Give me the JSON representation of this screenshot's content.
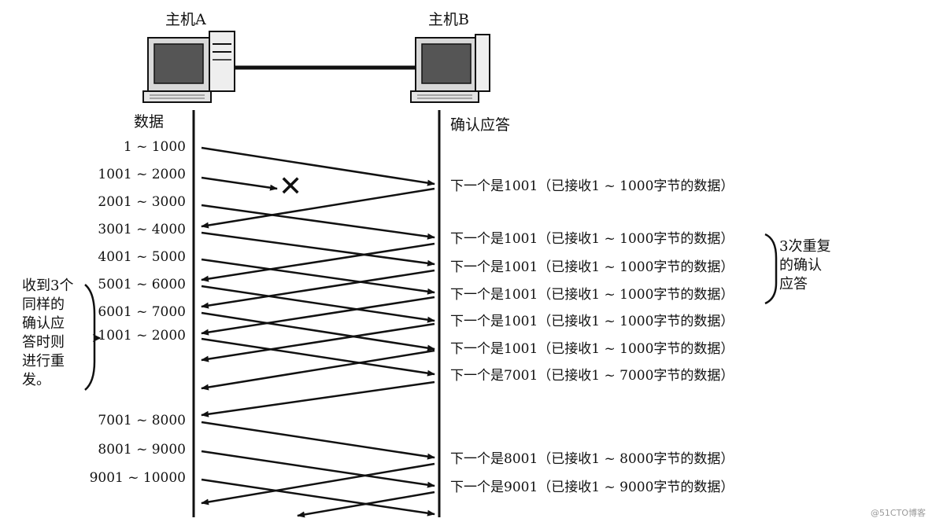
{
  "hosts": {
    "a": "主机A",
    "b": "主机B"
  },
  "columns": {
    "left": "数据",
    "right": "确认应答"
  },
  "segments": [
    "1 ~ 1000",
    "1001 ~ 2000",
    "2001 ~ 3000",
    "3001 ~ 4000",
    "4001 ~ 5000",
    "5001 ~ 6000",
    "6001 ~ 7000",
    "1001 ~ 2000",
    "7001 ~ 8000",
    "8001 ~ 9000",
    "9001 ~ 10000"
  ],
  "acks": [
    "下一个是1001（已接收1 ~ 1000字节的数据）",
    "下一个是1001（已接收1 ~ 1000字节的数据）",
    "下一个是1001（已接收1 ~ 1000字节的数据）",
    "下一个是1001（已接收1 ~ 1000字节的数据）",
    "下一个是1001（已接收1 ~ 1000字节的数据）",
    "下一个是1001（已接收1 ~ 1000字节的数据）",
    "下一个是7001（已接收1 ~ 7000字节的数据）",
    "下一个是8001（已接收1 ~ 8000字节的数据）",
    "下一个是9001（已接收1 ~ 9000字节的数据）"
  ],
  "right_note": [
    "3次重复",
    "的确认",
    "应答"
  ],
  "left_note": [
    "收到3个",
    "同样的",
    "确认应",
    "答时则",
    "进行重",
    "发。"
  ],
  "lost_marker": "✕",
  "watermark": "@51CTO博客"
}
